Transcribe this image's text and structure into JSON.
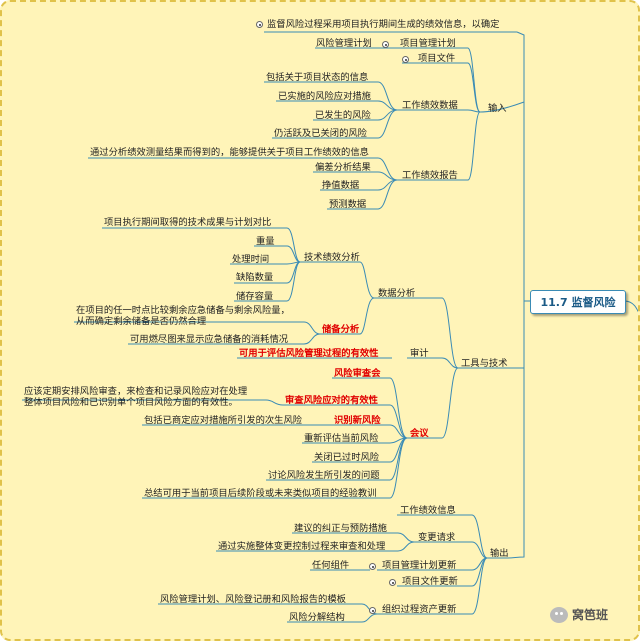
{
  "central": "11.7 监督风险",
  "input": {
    "label": "输入",
    "top_note": "监督风险过程采用项目执行期间生成的绩效信息，以确定",
    "pm_plan_item": "风险管理计划",
    "pm_plan": "项目管理计划",
    "project_docs": "项目文件",
    "work_perf_data": "工作绩效数据",
    "wpd_items": [
      "包括关于项目状态的信息",
      "已实施的风险应对措施",
      "已发生的风险",
      "仍活跃及已关闭的风险"
    ],
    "work_perf_reports": "工作绩效报告",
    "wpr_note": "通过分析绩效测量结果而得到的，能够提供关于项目工作绩效的信息",
    "wpr_items": [
      "偏差分析结果",
      "挣值数据",
      "预测数据"
    ]
  },
  "tools": {
    "label": "工具与技术",
    "data_analysis": "数据分析",
    "tpa": "技术绩效分析",
    "tpa_note": "项目执行期间取得的技术成果与计划对比",
    "tpa_items": [
      "重量",
      "处理时间",
      "缺陷数量",
      "储存容量"
    ],
    "reserve": "储备分析",
    "reserve_note_1": "在项目的任一时点比较剩余应急储备与剩余风险量，",
    "reserve_note_2": "从而确定剩余储备是否仍然合理",
    "reserve_note_3": "可用燃尽图来显示应急储备的消耗情况",
    "audit": "审计",
    "audit_note": "可用于评估风险管理过程的有效性",
    "meeting": "会议",
    "risk_review": "风险审查会",
    "review_effect": "审查风险应对的有效性",
    "review_effect_note_1": "应该定期安排风险审查，来检查和记录风险应对在处理",
    "review_effect_note_2": "整体项目风险和已识别单个项目风险方面的有效性。",
    "identify_new": "识别新风险",
    "identify_new_note": "包括已商定应对措施所引发的次生风险",
    "meeting_items": [
      "重新评估当前风险",
      "关闭已过时风险",
      "讨论风险发生所引发的问题",
      "总结可用于当前项目后续阶段或未来类似项目的经验教训"
    ]
  },
  "output": {
    "label": "输出",
    "work_perf_info": "工作绩效信息",
    "change_requests": "变更请求",
    "cr_items": [
      "建议的纠正与预防措施",
      "通过实施整体变更控制过程来审查和处理"
    ],
    "pm_plan_updates": "项目管理计划更新",
    "pm_plan_updates_item": "任何组件",
    "doc_updates": "项目文件更新",
    "opa_updates": "组织过程资产更新",
    "opa_items": [
      "风险管理计划、风险登记册和风险报告的模板",
      "风险分解结构"
    ]
  },
  "watermark": "窝笆班",
  "colors": {
    "background": "#fff4b8",
    "line": "#3a8bb5",
    "highlight": "#e00000"
  }
}
